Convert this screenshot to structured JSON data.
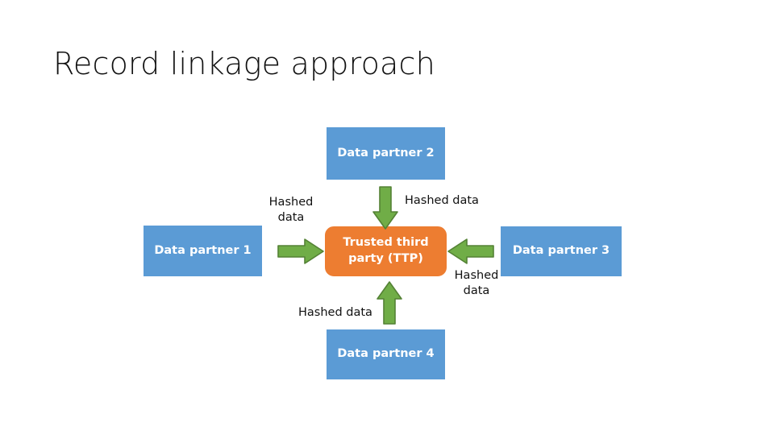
{
  "slide": {
    "title": "Record linkage approach",
    "background_color": "#FFFFFF"
  },
  "colors": {
    "partner_box_fill": "#5B9BD5",
    "ttp_box_fill": "#ED7D31",
    "arrow_fill": "#70AD47",
    "arrow_stroke": "#548235",
    "node_text": "#FFFFFF",
    "label_text": "#111111",
    "title_text": "#111111"
  },
  "diagram": {
    "type": "hub-and-spoke",
    "center": {
      "id": "ttp",
      "label": "Trusted third party (TTP)",
      "label_line_1": "Trusted third party",
      "label_line_2": "(TTP)",
      "shape": "rounded-rectangle",
      "fill": "#ED7D31"
    },
    "nodes": [
      {
        "id": "partner-2",
        "label": "Data partner 2",
        "position": "top",
        "shape": "rectangle",
        "fill": "#5B9BD5"
      },
      {
        "id": "partner-1",
        "label": "Data partner 1",
        "position": "left",
        "shape": "rectangle",
        "fill": "#5B9BD5"
      },
      {
        "id": "partner-3",
        "label": "Data partner 3",
        "position": "right",
        "shape": "rectangle",
        "fill": "#5B9BD5"
      },
      {
        "id": "partner-4",
        "label": "Data partner 4",
        "position": "bottom",
        "shape": "rectangle",
        "fill": "#5B9BD5"
      }
    ],
    "flows": [
      {
        "id": "flow-left",
        "from": "partner-1",
        "to": "ttp",
        "direction": "right",
        "label": "Hashed\ndata",
        "icon": "arrow-right-icon"
      },
      {
        "id": "flow-top",
        "from": "partner-2",
        "to": "ttp",
        "direction": "down",
        "label": "Hashed data",
        "icon": "arrow-down-icon"
      },
      {
        "id": "flow-right",
        "from": "partner-3",
        "to": "ttp",
        "direction": "left",
        "label": "Hashed\ndata",
        "icon": "arrow-left-icon"
      },
      {
        "id": "flow-bottom",
        "from": "partner-4",
        "to": "ttp",
        "direction": "up",
        "label": "Hashed data",
        "icon": "arrow-up-icon"
      }
    ]
  }
}
